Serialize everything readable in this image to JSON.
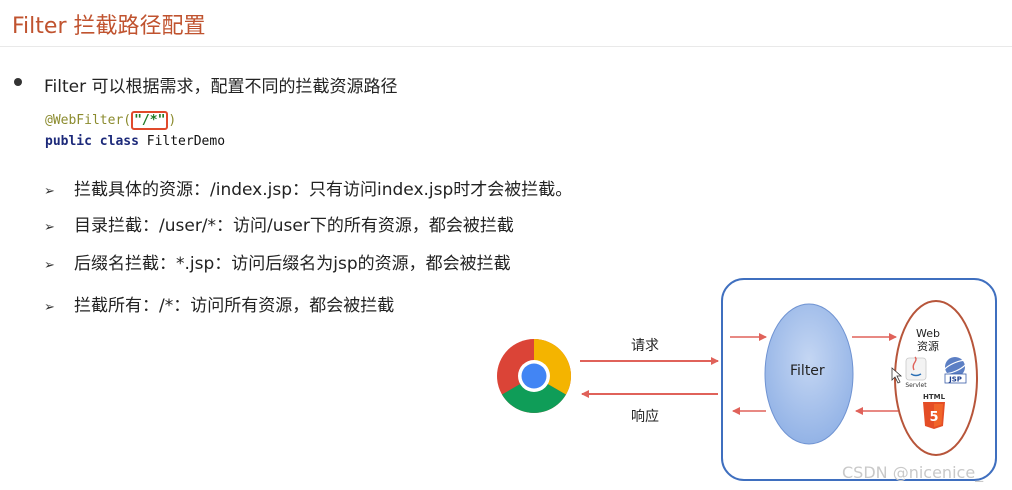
{
  "header": {
    "title": "Filter 拦截路径配置"
  },
  "main": {
    "bullet_text": "Filter 可以根据需求，配置不同的拦截资源路径",
    "code": {
      "annotation": "@WebFilter(",
      "path_string": "\"/*\"",
      "annotation_close": ")",
      "line2_kw": "public class",
      "line2_name": "FilterDemo"
    },
    "items": [
      {
        "arrow": "➢",
        "text": "拦截具体的资源：/index.jsp：只有访问index.jsp时才会被拦截。"
      },
      {
        "arrow": "➢",
        "text": "目录拦截：/user/*：访问/user下的所有资源，都会被拦截"
      },
      {
        "arrow": "➢",
        "text": "后缀名拦截：*.jsp：访问后缀名为jsp的资源，都会被拦截"
      },
      {
        "arrow": "➢",
        "text": "拦截所有：/*：访问所有资源，都会被拦截"
      }
    ]
  },
  "diagram": {
    "request_label": "请求",
    "response_label": "响应",
    "filter_label": "Filter",
    "web_label_line1": "Web",
    "web_label_line2": "资源",
    "servlet_label": "Servlet",
    "jsp_label": "JSP",
    "html_label": "HTML",
    "html5_number": "5",
    "colors": {
      "arrow": "#e0625a",
      "box_border": "#3f6fbf",
      "filter_fill": "#a9c4ec",
      "web_border": "#b7553a"
    }
  },
  "watermark": "CSDN @nicenice_"
}
